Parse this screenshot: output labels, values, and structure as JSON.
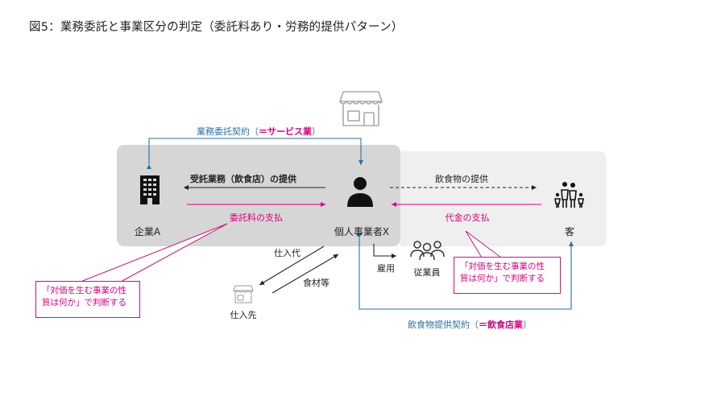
{
  "title": "図5：業務委託と事業区分の判定（委託料あり・労務的提供パターン）",
  "nodes": {
    "company_a": "企業A",
    "individual_x": "個人事業者X",
    "customer": "客",
    "employees": "従業員",
    "supplier": "仕入先"
  },
  "flows": {
    "service_contract_prefix": "業務委託契約（",
    "service_contract_highlight": "＝サービス業",
    "service_contract_suffix": "）",
    "outsourced_work": "受託業務（飲食店）の提供",
    "commission_payment": "委託料の支払",
    "food_provision": "飲食物の提供",
    "price_payment": "代金の支払",
    "employment": "雇用",
    "purchase_cost": "仕入代",
    "ingredients": "食材等",
    "food_contract_prefix": "飲食物提供契約（",
    "food_contract_highlight": "＝飲食店業",
    "food_contract_suffix": "）"
  },
  "callouts": {
    "left": {
      "line1": "「対価を生む事業の性",
      "line2": "質は何か」で判断する"
    },
    "right": {
      "line1": "「対価を生む事業の性",
      "line2": "質は何か」で判断する"
    }
  },
  "icons": [
    "building-icon",
    "person-icon",
    "family-icon",
    "employees-icon",
    "shop-icon"
  ],
  "colors": {
    "accent_pink": "#d6007e",
    "contract_blue": "#2f6f9f",
    "box_gray": "#d6d6d6",
    "box_light": "#efefef"
  }
}
